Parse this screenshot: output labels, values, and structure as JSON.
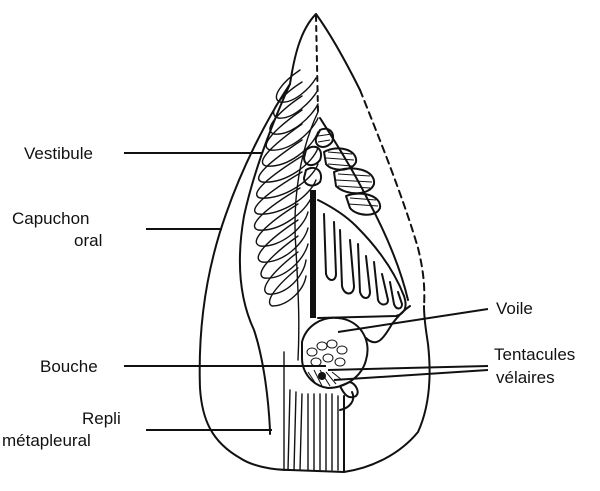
{
  "labels": {
    "vestibule": "Vestibule",
    "capuchon_1": "Capuchon",
    "capuchon_2": "oral",
    "bouche": "Bouche",
    "repli_1": "Repli",
    "repli_2": "métapleural",
    "voile": "Voile",
    "tentacules_1": "Tentacules",
    "tentacules_2": "vélaires"
  },
  "colors": {
    "ink": "#111111",
    "background": "#ffffff"
  }
}
